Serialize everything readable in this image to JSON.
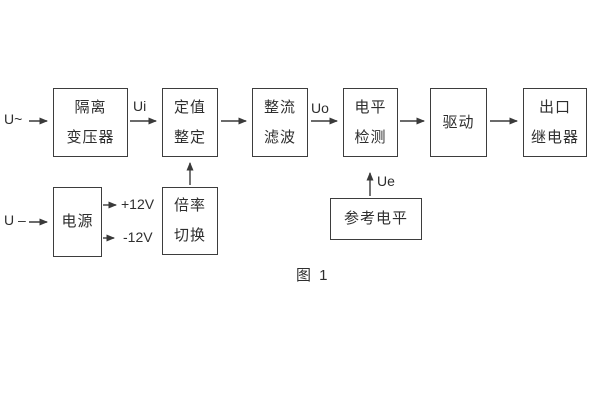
{
  "diagram": {
    "caption": "图 1",
    "boxes": {
      "isolation_transformer": "隔离\n变压器",
      "setting_adjust": "定值\n整定",
      "rectify_filter": "整流\n滤波",
      "level_detect": "电平\n检测",
      "drive": "驱动",
      "output_relay": "出口\n继电器",
      "power": "电源",
      "ratio_switch": "倍率\n切换",
      "reference_level": "参考电平"
    },
    "signals": {
      "u_ac": "U~",
      "u_dc": "U –",
      "ui": "Ui",
      "uo": "Uo",
      "ue": "Ue",
      "plus_12v": "+12V",
      "minus_12v": "-12V"
    },
    "colors": {
      "line": "#3a3a3a",
      "text": "#2e2e2e",
      "background": "#ffffff"
    }
  }
}
